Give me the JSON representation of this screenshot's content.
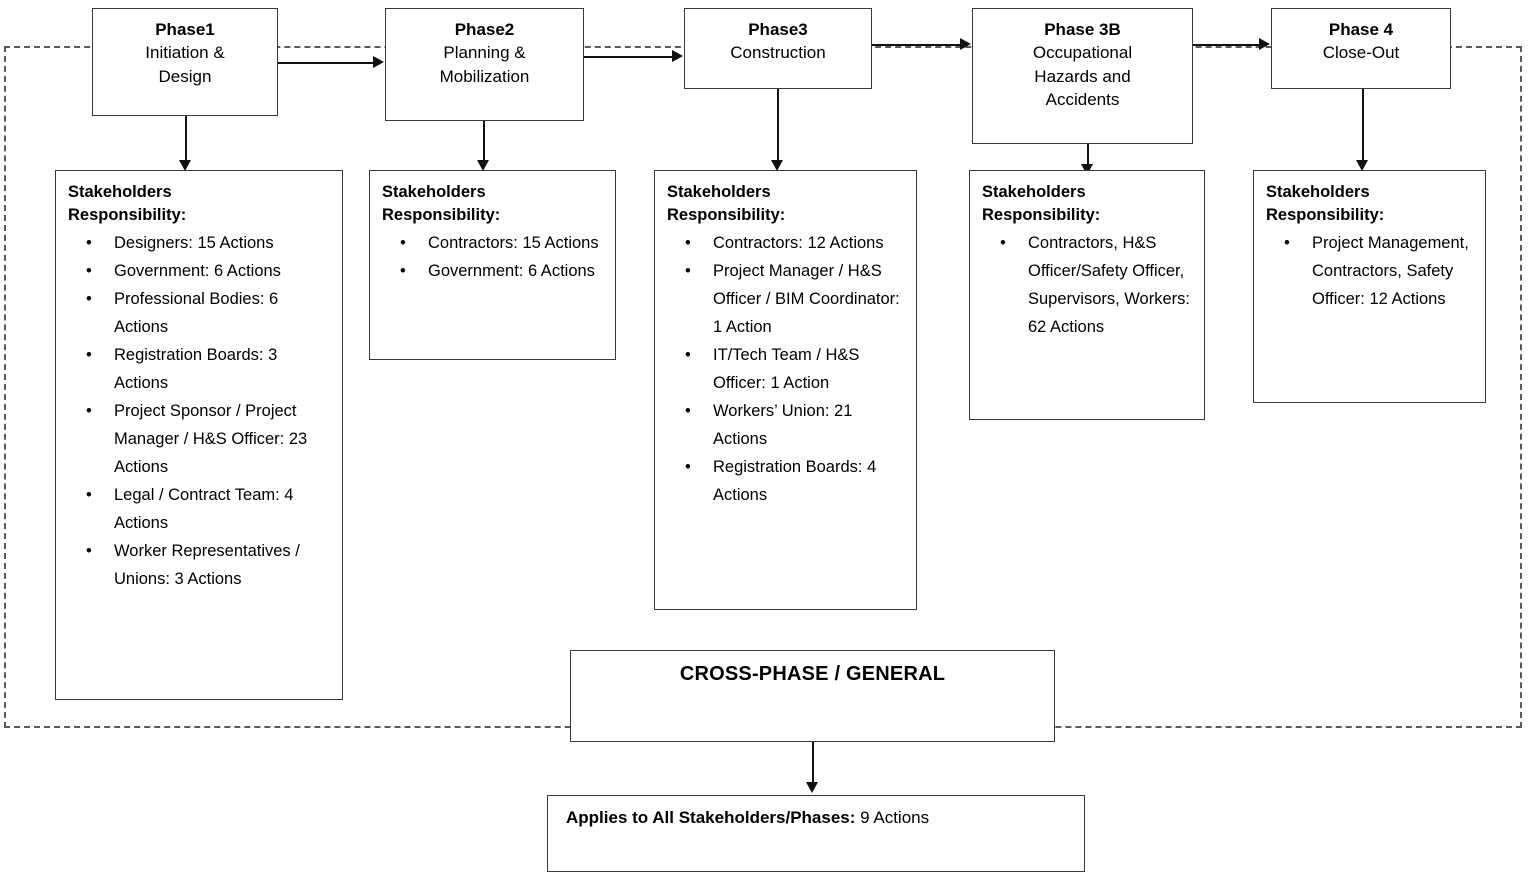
{
  "diagram": {
    "phases": [
      {
        "id": "phase1",
        "title": "Phase1",
        "subtitle": "Initiation &\nDesign"
      },
      {
        "id": "phase2",
        "title": "Phase2",
        "subtitle": "Planning &\nMobilization"
      },
      {
        "id": "phase3",
        "title": "Phase3",
        "subtitle": "Construction"
      },
      {
        "id": "phase3b",
        "title": "Phase 3B",
        "subtitle": "Occupational\nHazards and\nAccidents"
      },
      {
        "id": "phase4",
        "title": "Phase 4",
        "subtitle": "Close-Out"
      }
    ],
    "stakeholder_heading": "Stakeholders\nResponsibility:",
    "bullet_glyph": "•",
    "stakeholder_groups": [
      {
        "for_phase": "phase1",
        "items": [
          "Designers: 15 Actions",
          "Government: 6 Actions",
          "Professional Bodies: 6 Actions",
          "Registration Boards: 3 Actions",
          "Project Sponsor / Project Manager / H&S Officer: 23 Actions",
          "Legal / Contract Team: 4 Actions",
          "Worker Representatives / Unions: 3 Actions"
        ]
      },
      {
        "for_phase": "phase2",
        "items": [
          "Contractors: 15 Actions",
          "Government: 6 Actions"
        ]
      },
      {
        "for_phase": "phase3",
        "items": [
          "Contractors: 12 Actions",
          "Project Manager / H&S Officer / BIM Coordinator: 1 Action",
          "IT/Tech Team / H&S Officer: 1 Action",
          "Workers’ Union: 21 Actions",
          "Registration Boards: 4 Actions"
        ]
      },
      {
        "for_phase": "phase3b",
        "items": [
          "Contractors, H&S Officer/Safety Officer, Supervisors, Workers: 62 Actions"
        ]
      },
      {
        "for_phase": "phase4",
        "items": [
          "Project Management, Contractors, Safety Officer: 12 Actions"
        ]
      }
    ],
    "cross_phase": {
      "title": "CROSS-PHASE / GENERAL",
      "applies_label": "Applies to All Stakeholders/Phases:",
      "applies_value": " 9 Actions"
    },
    "colors": {
      "box_border": "#3a3a3a",
      "dashed_border": "#5a5a5a",
      "connector": "#111111",
      "background": "#ffffff",
      "text": "#000000"
    }
  }
}
